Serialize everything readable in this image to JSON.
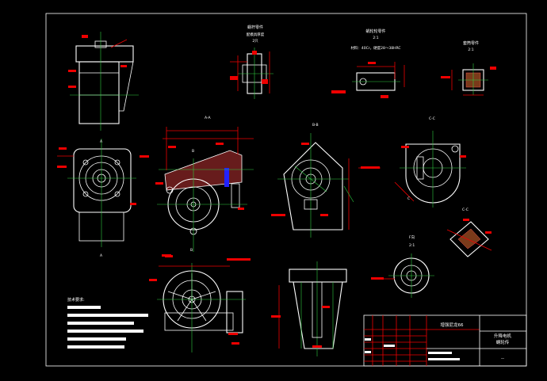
{
  "views": {
    "worm_part": {
      "title": "蜗杆零件",
      "subtitle": "配模具厚度",
      "scale": "2只"
    },
    "worm_gear_part": {
      "title": "蜗轮轮零件",
      "scale": "2:1",
      "material": "材料：40Cr，硬度28～38HRC"
    },
    "sleeve_part": {
      "title": "套筒零件",
      "scale": "2:1"
    },
    "section_a": "A-A",
    "section_b": "B-B",
    "section_c": "C-C",
    "section_c2": "C-C",
    "detail_f": {
      "title": "F向",
      "scale": "2:1"
    }
  },
  "tech_requirements": {
    "title": "技术要求:"
  },
  "title_block": {
    "company": "增强尼龙66",
    "drawing_name_line1": "升降电机",
    "drawing_name_line2": "蜗轮传",
    "sheet_mark": "--"
  },
  "colors": {
    "background": "#000000",
    "outline": "#ffffff",
    "dimension": "#e00000",
    "centerline": "#2ecc40",
    "hidden": "#ffff33",
    "accent": "#2222ff"
  }
}
